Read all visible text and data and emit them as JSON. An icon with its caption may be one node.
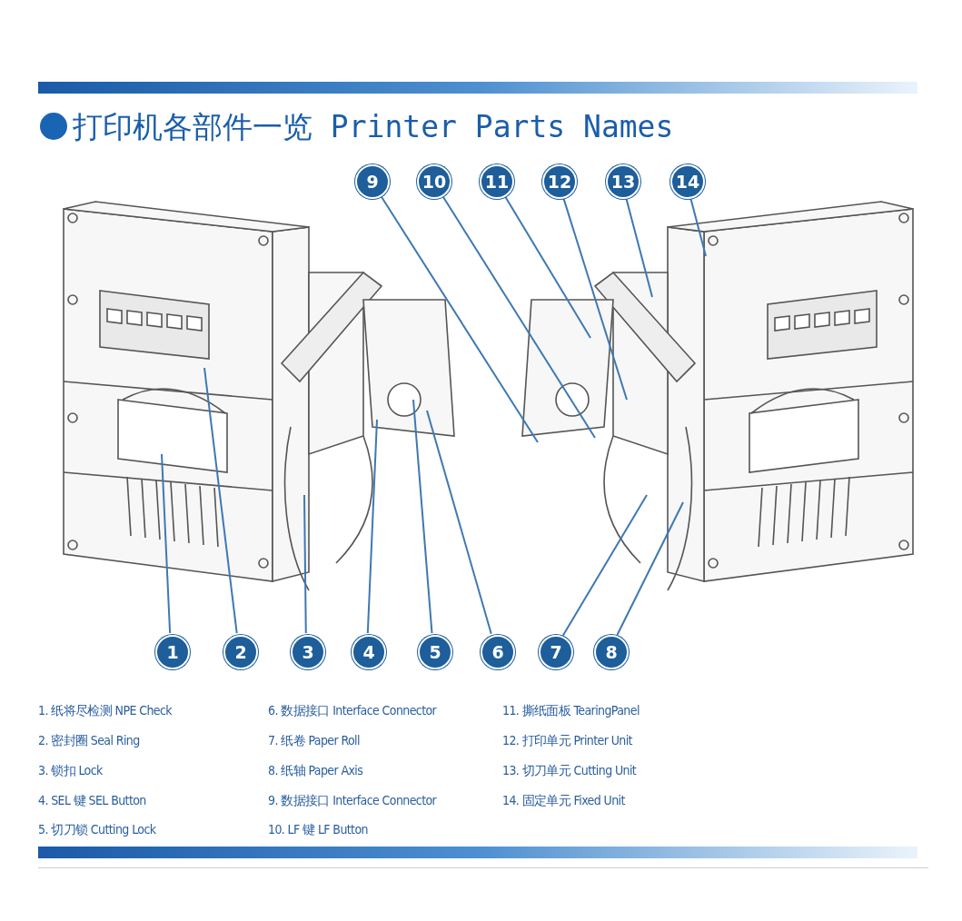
{
  "diagram": {
    "title": "打印机各部件一览 Printer Parts Names",
    "nodes": [
      {
        "text": [
          "1"
        ]
      },
      {
        "text": [
          "2"
        ]
      },
      {
        "text": [
          "3"
        ]
      },
      {
        "text": [
          "4"
        ]
      },
      {
        "text": [
          "5"
        ]
      },
      {
        "text": [
          "6"
        ]
      },
      {
        "text": [
          "7"
        ]
      },
      {
        "text": [
          "8"
        ]
      },
      {
        "text": [
          "9"
        ]
      },
      {
        "text": [
          "10"
        ]
      },
      {
        "text": [
          "11"
        ]
      },
      {
        "text": [
          "12"
        ]
      },
      {
        "text": [
          "13"
        ]
      },
      {
        "text": [
          "14"
        ]
      }
    ],
    "edges": [
      {
        "from": 0,
        "to": null,
        "arrow": "none"
      },
      {
        "from": 1,
        "to": null,
        "arrow": "none"
      },
      {
        "from": 2,
        "to": null,
        "arrow": "none"
      },
      {
        "from": 3,
        "to": null,
        "arrow": "none"
      },
      {
        "from": 4,
        "to": null,
        "arrow": "none"
      },
      {
        "from": 5,
        "to": null,
        "arrow": "none"
      },
      {
        "from": 6,
        "to": null,
        "arrow": "none"
      },
      {
        "from": 7,
        "to": null,
        "arrow": "none"
      },
      {
        "from": 8,
        "to": null,
        "arrow": "none"
      },
      {
        "from": 9,
        "to": null,
        "arrow": "none"
      },
      {
        "from": 10,
        "to": null,
        "arrow": "none"
      },
      {
        "from": 11,
        "to": null,
        "arrow": "none"
      },
      {
        "from": 12,
        "to": null,
        "arrow": "none"
      },
      {
        "from": 13,
        "to": null,
        "arrow": "none"
      }
    ],
    "labels": [
      "1. 纸将尽检测 NPE Check",
      "2. 密封圈 Seal Ring",
      "3. 锁扣 Lock",
      "4. SEL 键 SEL Button",
      "5. 切刀锁 Cutting Lock",
      "6. 数据接口 Interface Connector",
      "7. 纸卷 Paper Roll",
      "8. 纸轴 Paper Axis",
      "9. 数据接口 Interface Connector",
      "10. LF 键 LF Button",
      "11. 撕纸面板 TearingPanel",
      "12. 打印单元 Printer Unit",
      "13. 切刀单元 Cutting Unit",
      "14. 固定单元 Fixed Unit"
    ]
  }
}
